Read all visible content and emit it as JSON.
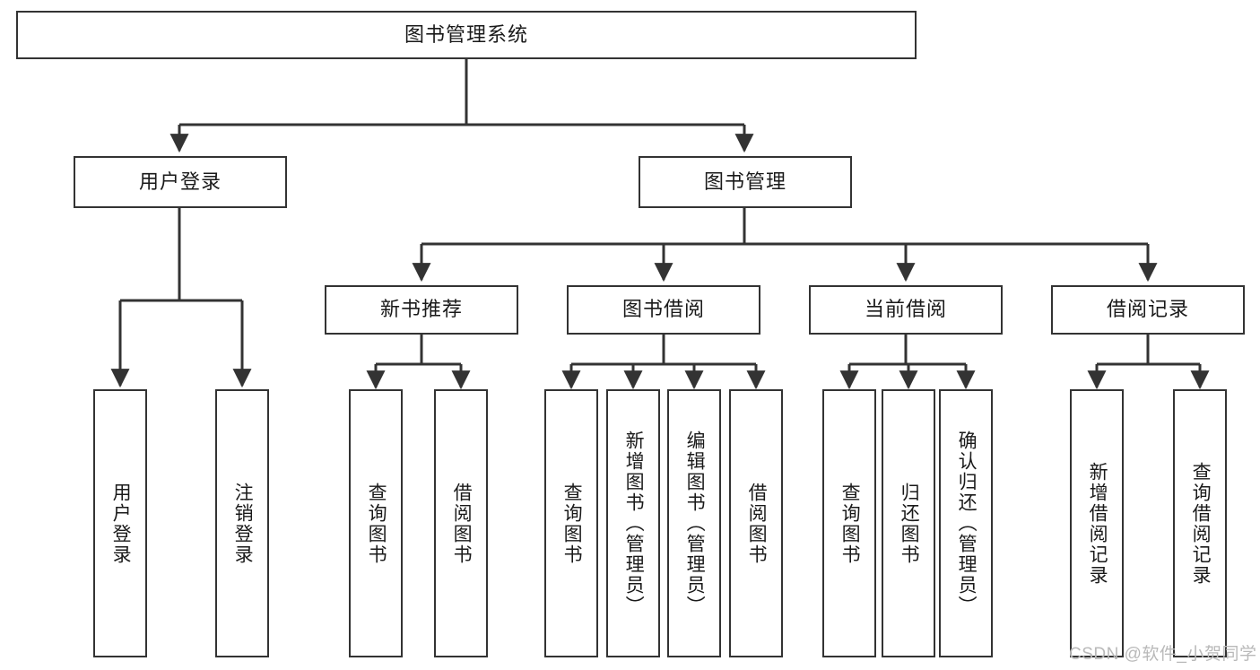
{
  "diagram": {
    "title": "图书管理系统",
    "watermark": "CSDN @软件_小贺同学",
    "line_color": "#333333",
    "box_border_color": "#333333",
    "box_fill_color": "#ffffff",
    "text_color": "#1a1a1a",
    "watermark_color": "#b9b9b9"
  },
  "nodes": {
    "root": {
      "label": "图书管理系统"
    },
    "level2": [
      {
        "label": "用户登录"
      },
      {
        "label": "图书管理"
      }
    ],
    "level3": [
      {
        "label": "新书推荐"
      },
      {
        "label": "图书借阅"
      },
      {
        "label": "当前借阅"
      },
      {
        "label": "借阅记录"
      }
    ],
    "leaves": {
      "user_login": [
        {
          "label": "用户登录"
        },
        {
          "label": "注销登录"
        }
      ],
      "new_book_recommend": [
        {
          "label": "查询图书"
        },
        {
          "label": "借阅图书"
        }
      ],
      "book_borrow": [
        {
          "label": "查询图书"
        },
        {
          "label": "新增图书（管理员）"
        },
        {
          "label": "编辑图书（管理员）"
        },
        {
          "label": "借阅图书"
        }
      ],
      "current_borrow": [
        {
          "label": "查询图书"
        },
        {
          "label": "归还图书"
        },
        {
          "label": "确认归还（管理员）"
        }
      ],
      "borrow_record": [
        {
          "label": "新增借阅记录"
        },
        {
          "label": "查询借阅记录"
        }
      ]
    }
  },
  "chart_data": {
    "type": "table",
    "title": "图书管理系统 功能结构图",
    "hierarchy": [
      {
        "name": "图书管理系统",
        "children": [
          {
            "name": "用户登录",
            "children": [
              {
                "name": "用户登录"
              },
              {
                "name": "注销登录"
              }
            ]
          },
          {
            "name": "图书管理",
            "children": [
              {
                "name": "新书推荐",
                "children": [
                  {
                    "name": "查询图书"
                  },
                  {
                    "name": "借阅图书"
                  }
                ]
              },
              {
                "name": "图书借阅",
                "children": [
                  {
                    "name": "查询图书"
                  },
                  {
                    "name": "新增图书（管理员）"
                  },
                  {
                    "name": "编辑图书（管理员）"
                  },
                  {
                    "name": "借阅图书"
                  }
                ]
              },
              {
                "name": "当前借阅",
                "children": [
                  {
                    "name": "查询图书"
                  },
                  {
                    "name": "归还图书"
                  },
                  {
                    "name": "确认归还（管理员）"
                  }
                ]
              },
              {
                "name": "借阅记录",
                "children": [
                  {
                    "name": "新增借阅记录"
                  },
                  {
                    "name": "查询借阅记录"
                  }
                ]
              }
            ]
          }
        ]
      }
    ]
  }
}
